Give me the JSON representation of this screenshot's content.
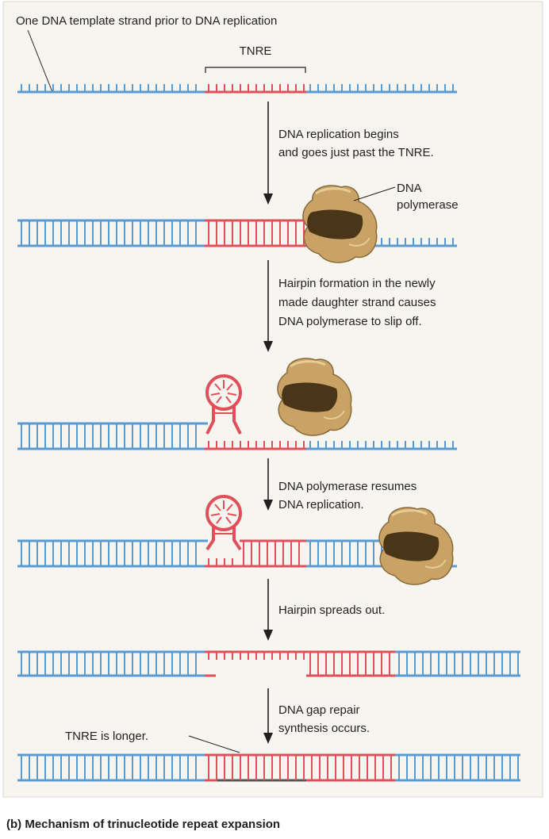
{
  "colors": {
    "panel_bg": "#f7f5ef",
    "panel_border": "#d9d6cc",
    "template_blue": "#5b9bd5",
    "tnre_red": "#e0505a",
    "arrow": "#231f20",
    "polymerase_light": "#c9a265",
    "polymerase_dark": "#4a3518",
    "gap_fill": "#555555"
  },
  "labels": {
    "template_strand": "One DNA template strand prior to DNA replication",
    "tnre": "TNRE",
    "dna_polymerase_line1": "DNA",
    "dna_polymerase_line2": "polymerase",
    "tnre_longer": "TNRE is longer."
  },
  "steps": [
    {
      "line1": "DNA replication begins",
      "line2": "and goes just past the TNRE.",
      "line3": ""
    },
    {
      "line1": "Hairpin formation in the newly",
      "line2": "made daughter strand causes",
      "line3": "DNA polymerase to slip off."
    },
    {
      "line1": "DNA polymerase resumes",
      "line2": "DNA replication.",
      "line3": ""
    },
    {
      "line1": "Hairpin spreads out.",
      "line2": "",
      "line3": ""
    },
    {
      "line1": "DNA gap repair",
      "line2": "synthesis occurs.",
      "line3": ""
    }
  ],
  "caption": "(b) Mechanism of trinucleotide repeat expansion",
  "icons": [
    "dna-polymerase-icon",
    "hairpin-loop-icon",
    "down-arrow-icon"
  ]
}
